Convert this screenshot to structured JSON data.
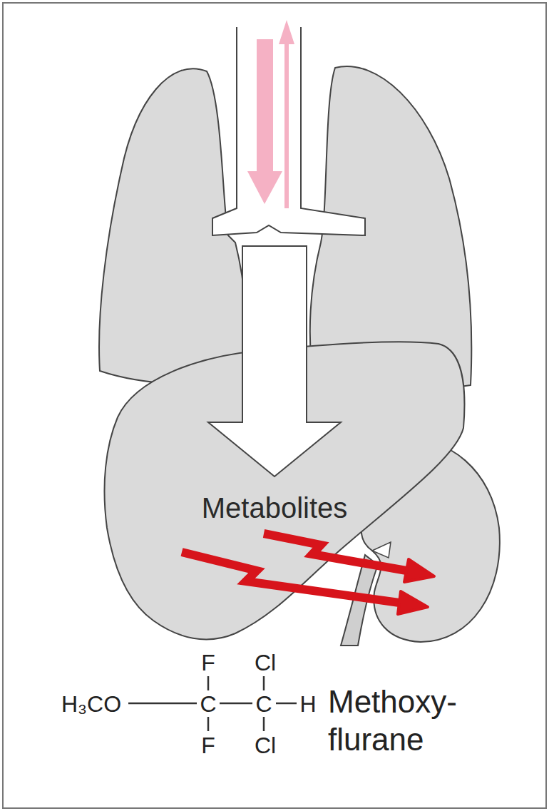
{
  "diagram": {
    "nodes": [
      {
        "text": [
          "Metabolites"
        ]
      }
    ],
    "labels": [
      "F",
      "Cl",
      "H₃CO",
      "C",
      "C",
      "H",
      "F",
      "Cl",
      "Methoxy- flurane"
    ]
  }
}
